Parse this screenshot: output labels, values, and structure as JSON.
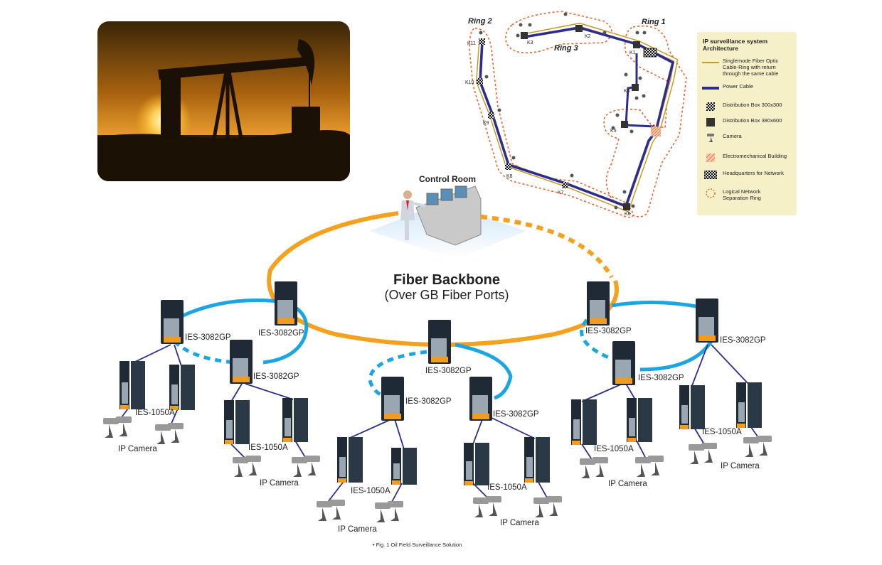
{
  "control_room_label": "Control Room",
  "backbone": {
    "title": "Fiber Backbone",
    "subtitle": "(Over GB Fiber Ports)"
  },
  "switch_labels": {
    "left_top": "IES-3082GP",
    "left_center": "IES-3082GP",
    "left_lower": "IES-3082GP",
    "mid_top": "IES-3082GP",
    "mid_left": "IES-3082GP",
    "mid_right": "IES-3082GP",
    "right_center": "IES-3082GP",
    "right_top": "IES-3082GP",
    "right_lower": "IES-3082GP"
  },
  "edge_switch_label": "IES-1050A",
  "camera_label": "IP Camera",
  "caption": "• Fig. 1  Oil Field Surveillance Solution",
  "map": {
    "ring_labels": [
      "Ring 2",
      "Ring 1",
      "Ring 3"
    ],
    "nodes": [
      "K1",
      "K2",
      "K3",
      "K4",
      "K5",
      "K6",
      "K7",
      "K8",
      "K9",
      "K10",
      "K11"
    ]
  },
  "legend": {
    "title": "IP surveillance system Architecture",
    "items": [
      {
        "icon": "fiber-line-icon",
        "text": "Singlemode Fiber Optic\nCable-Ring with return\nthrough the same cable"
      },
      {
        "icon": "power-cable-icon",
        "text": "Power Cable"
      },
      {
        "icon": "distribution-box-300-icon",
        "text": "Distribution Box  300x300"
      },
      {
        "icon": "distribution-box-380-icon",
        "text": "Distribution Box  380x600"
      },
      {
        "icon": "camera-icon",
        "text": "Camera"
      },
      {
        "icon": "building-icon",
        "text": "Electromechanical Building"
      },
      {
        "icon": "headquarters-icon",
        "text": "Headquarters for Network"
      },
      {
        "icon": "ring-icon",
        "text": "Logical Network\nSeparation Ring"
      }
    ]
  },
  "colors": {
    "fiber_backbone": "#f4a11d",
    "ring": "#1ba6e3",
    "cable": "#2c2d8f",
    "ring_label": "#e8632a",
    "backbone_title": "#2d3480",
    "legend_bg": "#f5f0c8"
  }
}
